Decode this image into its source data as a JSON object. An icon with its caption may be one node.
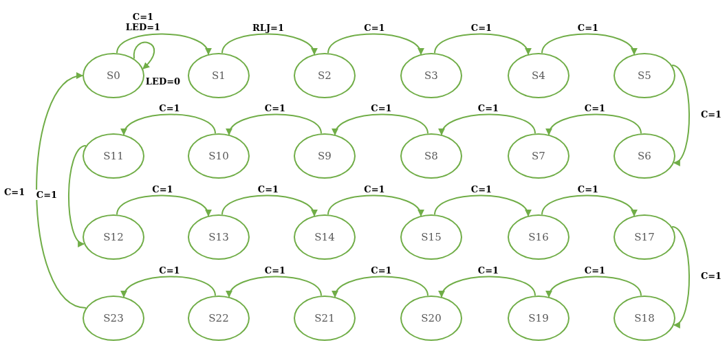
{
  "diagram": {
    "nodes": [
      {
        "text": [
          "S0"
        ]
      },
      {
        "text": [
          "S1"
        ]
      },
      {
        "text": [
          "S2"
        ]
      },
      {
        "text": [
          "S3"
        ]
      },
      {
        "text": [
          "S4"
        ]
      },
      {
        "text": [
          "S5"
        ]
      },
      {
        "text": [
          "S6"
        ]
      },
      {
        "text": [
          "S7"
        ]
      },
      {
        "text": [
          "S8"
        ]
      },
      {
        "text": [
          "S9"
        ]
      },
      {
        "text": [
          "S10"
        ]
      },
      {
        "text": [
          "S11"
        ]
      },
      {
        "text": [
          "S12"
        ]
      },
      {
        "text": [
          "S13"
        ]
      },
      {
        "text": [
          "S14"
        ]
      },
      {
        "text": [
          "S15"
        ]
      },
      {
        "text": [
          "S16"
        ]
      },
      {
        "text": [
          "S17"
        ]
      },
      {
        "text": [
          "S18"
        ]
      },
      {
        "text": [
          "S19"
        ]
      },
      {
        "text": [
          "S20"
        ]
      },
      {
        "text": [
          "S21"
        ]
      },
      {
        "text": [
          "S22"
        ]
      },
      {
        "text": [
          "S23"
        ]
      }
    ],
    "edges": [
      {
        "from": 0,
        "to": 0,
        "arrow": "to",
        "label": "LED=0"
      },
      {
        "from": 0,
        "to": 1,
        "arrow": "to",
        "label": "C=1 LED=1"
      },
      {
        "from": 1,
        "to": 2,
        "arrow": "to",
        "label": "RLJ=1"
      },
      {
        "from": 2,
        "to": 3,
        "arrow": "to",
        "label": "C=1"
      },
      {
        "from": 3,
        "to": 4,
        "arrow": "to",
        "label": "C=1"
      },
      {
        "from": 4,
        "to": 5,
        "arrow": "to",
        "label": "C=1"
      },
      {
        "from": 5,
        "to": 6,
        "arrow": "to",
        "label": "C=1"
      },
      {
        "from": 6,
        "to": 7,
        "arrow": "to",
        "label": "C=1"
      },
      {
        "from": 7,
        "to": 8,
        "arrow": "to",
        "label": "C=1"
      },
      {
        "from": 8,
        "to": 9,
        "arrow": "to",
        "label": "C=1"
      },
      {
        "from": 9,
        "to": 10,
        "arrow": "to",
        "label": "C=1"
      },
      {
        "from": 10,
        "to": 11,
        "arrow": "to",
        "label": "C=1"
      },
      {
        "from": 11,
        "to": 12,
        "arrow": "to",
        "label": "C=1"
      },
      {
        "from": 12,
        "to": 13,
        "arrow": "to",
        "label": "C=1"
      },
      {
        "from": 13,
        "to": 14,
        "arrow": "to",
        "label": "C=1"
      },
      {
        "from": 14,
        "to": 15,
        "arrow": "to",
        "label": "C=1"
      },
      {
        "from": 15,
        "to": 16,
        "arrow": "to",
        "label": "C=1"
      },
      {
        "from": 16,
        "to": 17,
        "arrow": "to",
        "label": "C=1"
      },
      {
        "from": 17,
        "to": 18,
        "arrow": "to",
        "label": "C=1"
      },
      {
        "from": 18,
        "to": 19,
        "arrow": "to",
        "label": "C=1"
      },
      {
        "from": 19,
        "to": 20,
        "arrow": "to",
        "label": "C=1"
      },
      {
        "from": 20,
        "to": 21,
        "arrow": "to",
        "label": "C=1"
      },
      {
        "from": 21,
        "to": 22,
        "arrow": "to",
        "label": "C=1"
      },
      {
        "from": 22,
        "to": 23,
        "arrow": "to",
        "label": "C=1"
      },
      {
        "from": 23,
        "to": 0,
        "arrow": "to",
        "label": "C=1"
      }
    ]
  }
}
